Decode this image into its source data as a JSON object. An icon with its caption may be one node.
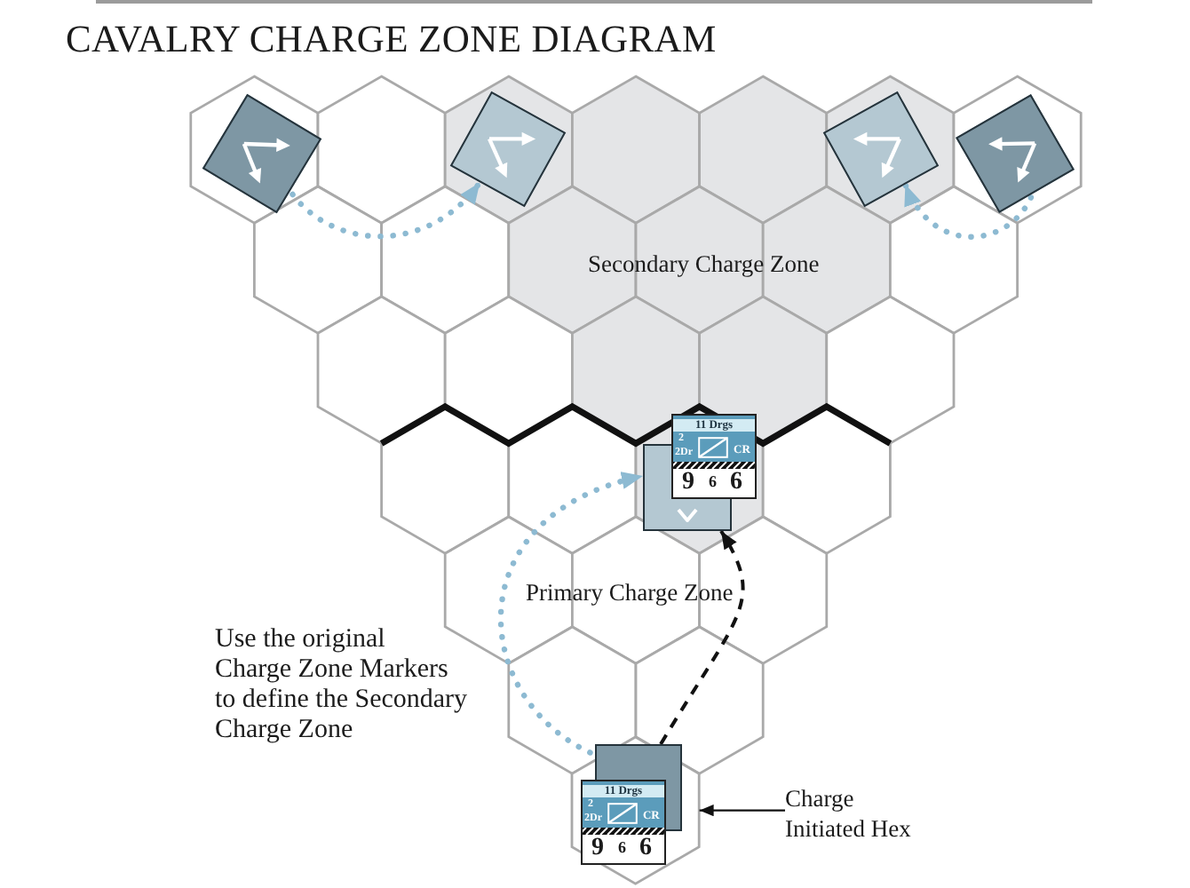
{
  "diagram": {
    "title": "CAVALRY CHARGE ZONE DIAGRAM",
    "nodes": [
      {
        "text": [],
        "shape": "box"
      },
      {
        "text": [],
        "shape": "box"
      },
      {
        "text": [],
        "shape": "box"
      },
      {
        "text": [],
        "shape": "box"
      },
      {
        "text": [],
        "shape": "box"
      },
      {
        "text": [
          "11 Drgs",
          "2",
          "2Dr",
          "CR",
          "9",
          "6",
          "6"
        ]
      },
      {
        "text": [],
        "shape": "hexagon"
      },
      {
        "text": [],
        "shape": "box",
        "in": 6
      },
      {
        "text": [
          "11 Drgs",
          "2",
          "2Dr",
          "CR",
          "9",
          "6",
          "6"
        ],
        "in": 6
      },
      {
        "text": [
          "Charge Initiated Hex"
        ]
      }
    ],
    "edges": [
      {
        "from": 0,
        "to": 1,
        "arrow": "to",
        "style": "dashed"
      },
      {
        "from": 3,
        "to": 2,
        "arrow": "to",
        "style": "dashed"
      },
      {
        "from": 7,
        "to": 4,
        "arrow": "to",
        "style": "dashed"
      },
      {
        "from": 7,
        "to": 4,
        "arrow": "to",
        "style": "dashed",
        "color": "#111111"
      },
      {
        "from": 9,
        "to": 6,
        "arrow": "to",
        "color": "#111111"
      }
    ],
    "labels": [
      "Secondary Charge Zone",
      "Primary Charge Zone",
      "Use the original Charge Zone Markers to define the Secondary Charge Zone"
    ]
  }
}
